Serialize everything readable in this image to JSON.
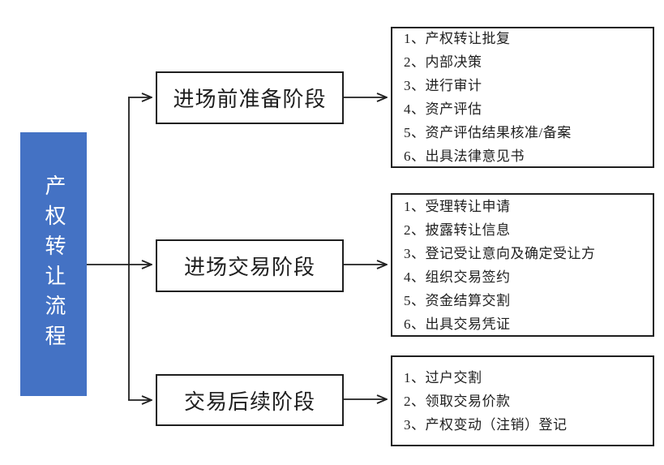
{
  "diagram": {
    "root_label": "产权转让流程",
    "stages": [
      {
        "label": "进场前准备阶段",
        "steps": [
          "1、产权转让批复",
          "2、内部决策",
          "3、进行审计",
          "4、资产评估",
          "5、资产评估结果核准/备案",
          "6、出具法律意见书"
        ]
      },
      {
        "label": "进场交易阶段",
        "steps": [
          "1、受理转让申请",
          "2、披露转让信息",
          "3、登记受让意向及确定受让方",
          "4、组织交易签约",
          "5、资金结算交割",
          "6、出具交易凭证"
        ]
      },
      {
        "label": "交易后续阶段",
        "steps": [
          "1、过户交割",
          "2、领取交易价款",
          "3、产权变动（注销）登记"
        ]
      }
    ],
    "colors": {
      "root_fill": "#4472C4",
      "root_text": "#FFFFFF",
      "connector_line": "#1F1F1F",
      "box_border": "#1F1F1F",
      "text": "#1F1F1F",
      "background": "#FFFFFF"
    }
  }
}
